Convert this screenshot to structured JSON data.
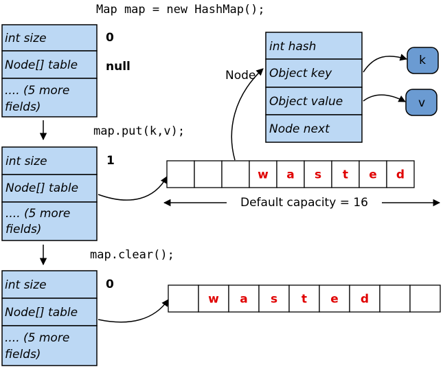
{
  "colors": {
    "struct_fill": "#bcd8f4",
    "used_cell": "#6b9bd2",
    "waste_text": "#e00000",
    "kv_fill": "#6b9bd2"
  },
  "code": {
    "new_map": "Map map = new HashMap();",
    "put": "map.put(k,v);",
    "clear": "map.clear();"
  },
  "map_fields": {
    "size_label": "int size",
    "table_label": "Node[] table",
    "more_line1": ".... (5 more",
    "more_line2": "fields)",
    "more_line1_indented": " .... (5 more",
    "more_line2_indented": " fields)"
  },
  "states": {
    "initial": {
      "size_value": "0",
      "table_value": "null"
    },
    "after_put": {
      "size_value": "1"
    },
    "after_clear": {
      "size_value": "0"
    }
  },
  "node": {
    "label": "Node",
    "fields": [
      "int hash",
      "Object key",
      "Object value",
      "Node next"
    ],
    "key": "k",
    "value": "v"
  },
  "array_put": {
    "cells": [
      "",
      "",
      "",
      "w",
      "a",
      "s",
      "t",
      "e",
      "d"
    ],
    "highlighted_index": 2
  },
  "array_clear": {
    "cells": [
      "",
      "w",
      "a",
      "s",
      "t",
      "e",
      "d",
      "",
      ""
    ]
  },
  "capacity_label": "Default capacity = 16"
}
